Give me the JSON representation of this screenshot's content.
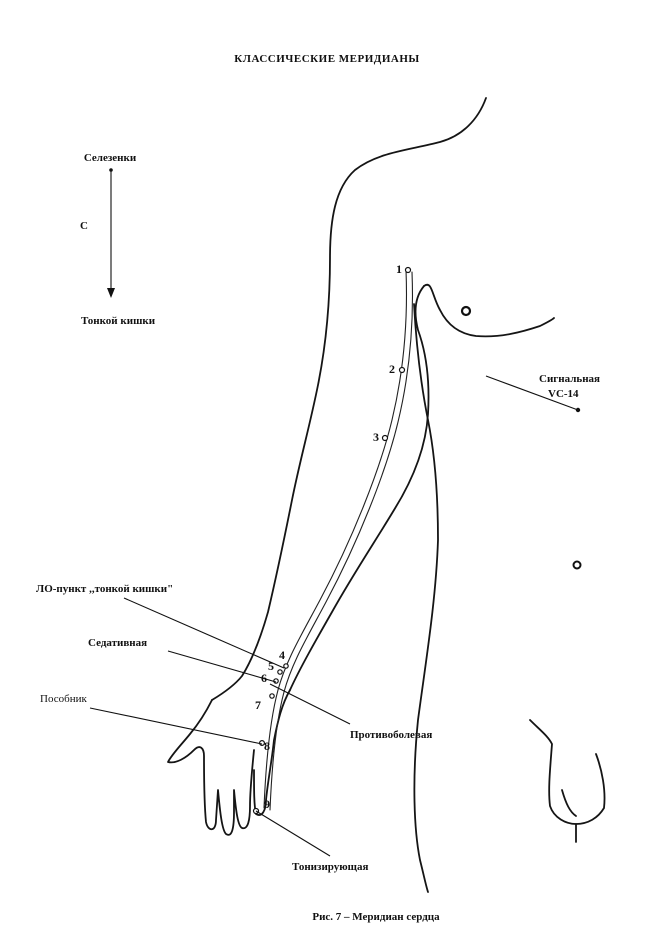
{
  "title": "КЛАССИЧЕСКИЕ МЕРИДИАНЫ",
  "flow": {
    "from": "Селезенки",
    "meridian": "С",
    "to": "Тонкой кишки"
  },
  "points": [
    "1",
    "2",
    "3",
    "4",
    "5",
    "6",
    "7",
    "8",
    "9"
  ],
  "labels": {
    "lo_point": "ЛО-пункт ,,тонкой кишки\"",
    "sedative": "Седативная",
    "helper": "Пособник",
    "analgesic": "Противоболевая",
    "tonifying": "Тонизирующая",
    "signal_name": "Сигнальная",
    "signal_code": "VC-14"
  },
  "caption": "Рис. 7 – Меридиан сердца"
}
